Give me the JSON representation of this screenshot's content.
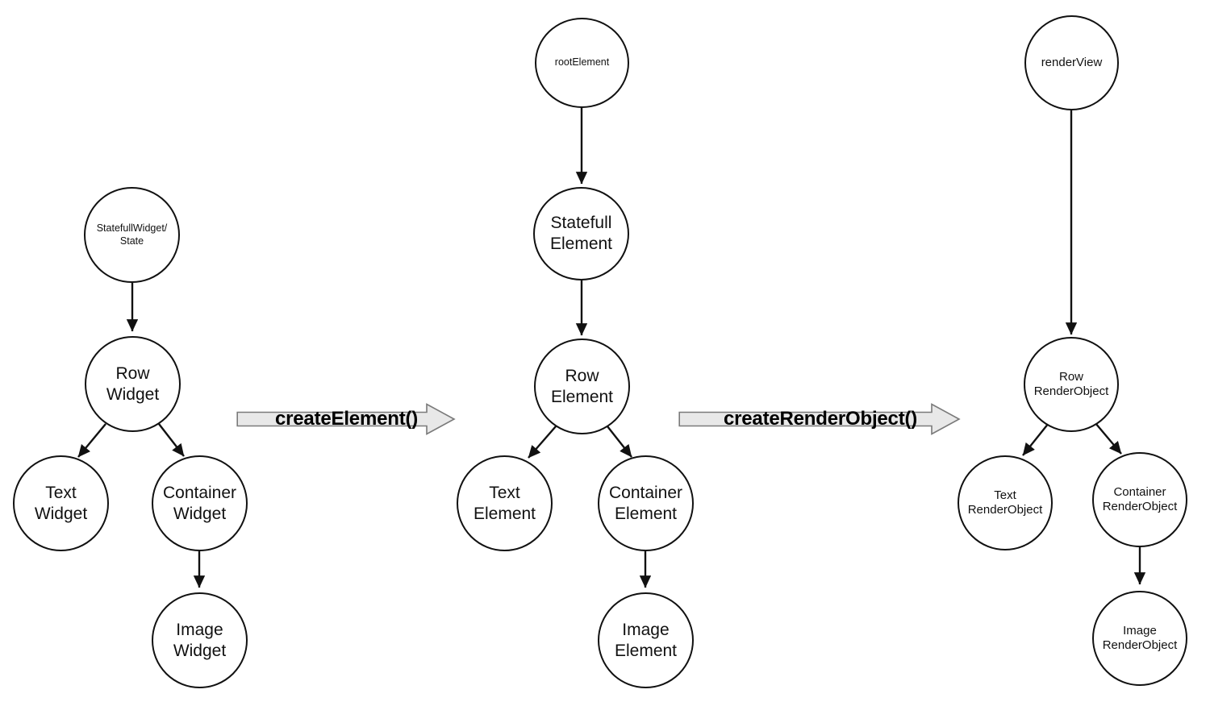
{
  "diagram": {
    "title": "Flutter Widget / Element / RenderObject trees",
    "background": "#ffffff",
    "node_stroke": "#111111",
    "node_fill": "#ffffff",
    "edge_color": "#111111",
    "arrow_fill": "#e8e8e8",
    "arrow_stroke": "#7a7a7a"
  },
  "columns": [
    {
      "name": "widget-tree",
      "nodes": [
        {
          "id": "statefull-widget-state",
          "label": "StatefullWidget/\nState"
        },
        {
          "id": "row-widget",
          "label": "Row\nWidget"
        },
        {
          "id": "text-widget",
          "label": "Text\nWidget"
        },
        {
          "id": "container-widget",
          "label": "Container\nWidget"
        },
        {
          "id": "image-widget",
          "label": "Image\nWidget"
        }
      ]
    },
    {
      "name": "element-tree",
      "nodes": [
        {
          "id": "root-element",
          "label": "rootElement"
        },
        {
          "id": "statefull-element",
          "label": "Statefull\nElement"
        },
        {
          "id": "row-element",
          "label": "Row\nElement"
        },
        {
          "id": "text-element",
          "label": "Text\nElement"
        },
        {
          "id": "container-element",
          "label": "Container\nElement"
        },
        {
          "id": "image-element",
          "label": "Image\nElement"
        }
      ]
    },
    {
      "name": "render-object-tree",
      "nodes": [
        {
          "id": "render-view",
          "label": "renderView"
        },
        {
          "id": "row-render-object",
          "label": "Row\nRenderObject"
        },
        {
          "id": "text-render-object",
          "label": "Text\nRenderObject"
        },
        {
          "id": "container-render-object",
          "label": "Container\nRenderObject"
        },
        {
          "id": "image-render-object",
          "label": "Image\nRenderObject"
        }
      ]
    }
  ],
  "transitions": [
    {
      "id": "create-element",
      "label": "createElement()"
    },
    {
      "id": "create-render-object",
      "label": "createRenderObject()"
    }
  ]
}
